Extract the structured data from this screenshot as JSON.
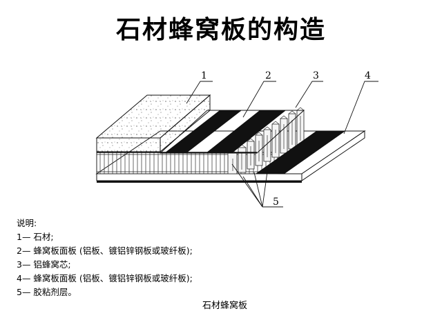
{
  "title": "石材蜂窝板的构造",
  "labels": [
    "1",
    "2",
    "3",
    "4",
    "5"
  ],
  "legend": {
    "heading": "说明:",
    "items": [
      "1— 石材;",
      "2— 蜂窝板面板 (铝板、镀铝锌钢板或玻纤板);",
      "3— 铝蜂窝芯;",
      "4— 蜂窝板面板 (铝板、镀铝锌钢板或玻纤板);",
      "5— 胶粘剂层。"
    ]
  },
  "caption": "石材蜂窝板"
}
